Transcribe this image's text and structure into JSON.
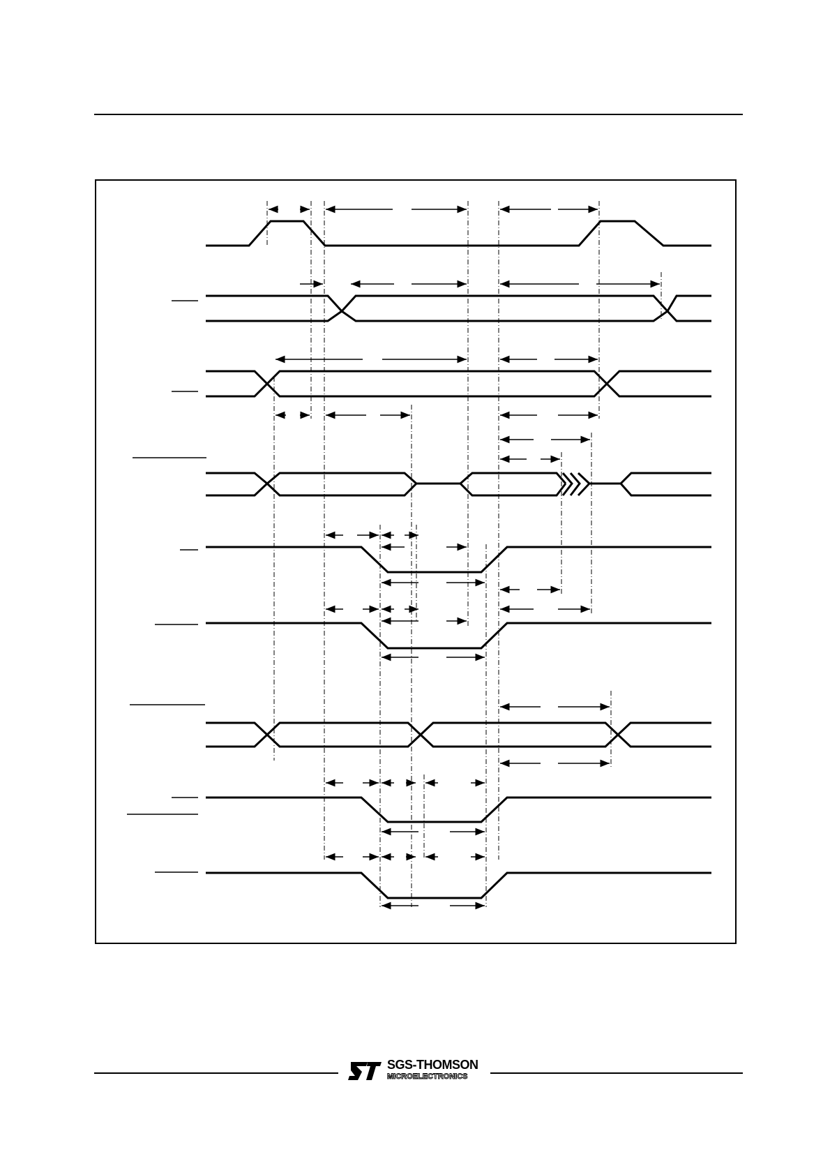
{
  "page": {
    "footer": {
      "logo": {
        "name": "SGS-THOMSON",
        "subtitle": "MICROELECTRONICS",
        "icon": "st-logo-icon"
      }
    }
  },
  "diagram": {
    "type": "timing-diagram",
    "signals": [
      {
        "id": "signal-1",
        "kind": "pulse",
        "label": ""
      },
      {
        "id": "signal-2",
        "kind": "bus",
        "label": ""
      },
      {
        "id": "signal-3",
        "kind": "bus",
        "label": ""
      },
      {
        "id": "signal-4",
        "kind": "bus-with-float",
        "label": ""
      },
      {
        "id": "signal-5",
        "kind": "active-low-strobe",
        "label": ""
      },
      {
        "id": "signal-6",
        "kind": "active-low-strobe",
        "label": ""
      },
      {
        "id": "signal-7",
        "kind": "bus",
        "label": ""
      },
      {
        "id": "signal-8",
        "kind": "active-low-strobe",
        "label": ""
      },
      {
        "id": "signal-9",
        "kind": "active-low-strobe",
        "label": ""
      }
    ]
  }
}
